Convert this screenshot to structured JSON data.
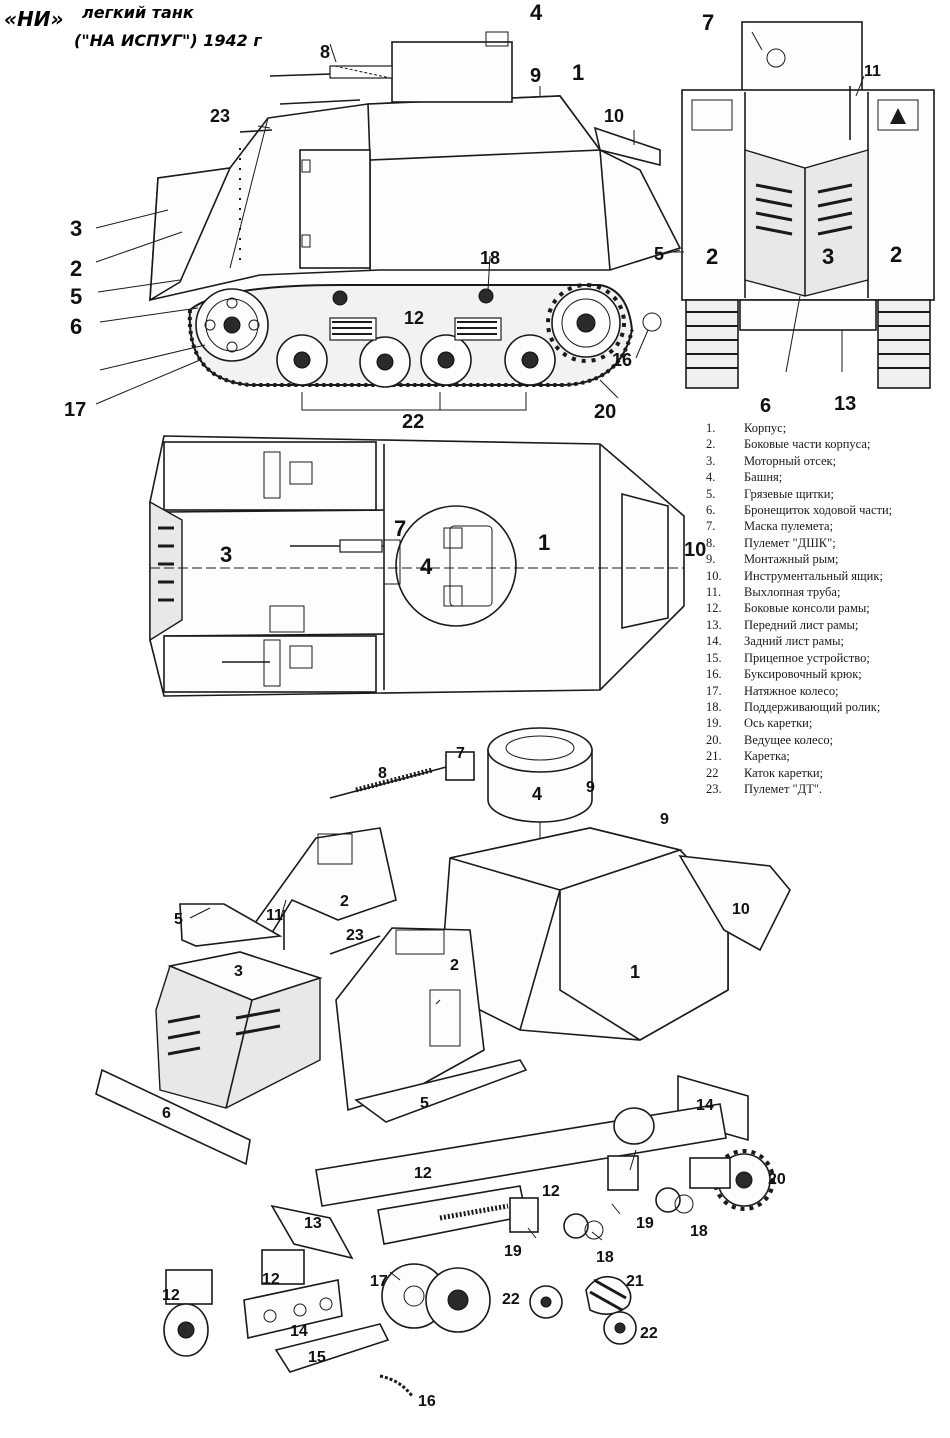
{
  "header": {
    "line1_model": "«НИ»",
    "line1_text": "легкий танк",
    "line2_text": "(\"НА ИСПУГ\") 1942 г"
  },
  "callouts": {
    "side_view": [
      "4",
      "8",
      "9",
      "1",
      "23",
      "10",
      "3",
      "2",
      "18",
      "5",
      "12",
      "6",
      "16",
      "17",
      "22",
      "20"
    ],
    "rear_view": [
      "7",
      "11",
      "2",
      "3",
      "2",
      "5",
      "6",
      "13"
    ],
    "top_view": [
      "3",
      "7",
      "4",
      "1",
      "10"
    ],
    "exploded": [
      "7",
      "8",
      "4",
      "9",
      "9",
      "10",
      "5",
      "11",
      "2",
      "23",
      "2",
      "3",
      "1",
      "5",
      "6",
      "14",
      "12",
      "20",
      "12",
      "13",
      "19",
      "18",
      "19",
      "18",
      "17",
      "21",
      "12",
      "22",
      "22",
      "12",
      "14",
      "15",
      "16"
    ]
  },
  "legend": [
    {
      "n": "1.",
      "text": "Корпус;"
    },
    {
      "n": "2.",
      "text": "Боковые части корпуса;"
    },
    {
      "n": "3.",
      "text": "Моторный отсек;"
    },
    {
      "n": "4.",
      "text": "Башня;"
    },
    {
      "n": "5.",
      "text": "Грязевые щитки;"
    },
    {
      "n": "6.",
      "text": "Бронещиток ходовой части;"
    },
    {
      "n": "7.",
      "text": "Маска пулемета;"
    },
    {
      "n": "8.",
      "text": "Пулемет \"ДШК\";"
    },
    {
      "n": "9.",
      "text": "Монтажный рым;"
    },
    {
      "n": "10.",
      "text": "Инструментальный ящик;"
    },
    {
      "n": "11.",
      "text": "Выхлопная труба;"
    },
    {
      "n": "12.",
      "text": "Боковые консоли рамы;"
    },
    {
      "n": "13.",
      "text": "Передний лист рамы;"
    },
    {
      "n": "14.",
      "text": "Задний лист рамы;"
    },
    {
      "n": "15.",
      "text": "Прицепное устройство;"
    },
    {
      "n": "16.",
      "text": "Буксировочный крюк;"
    },
    {
      "n": "17.",
      "text": "Натяжное колесо;"
    },
    {
      "n": "18.",
      "text": "Поддерживающий ролик;"
    },
    {
      "n": "19.",
      "text": "Ось каретки;"
    },
    {
      "n": "20.",
      "text": "Ведущее колесо;"
    },
    {
      "n": "21.",
      "text": "Каретка;"
    },
    {
      "n": "22",
      "text": "Каток каретки;"
    },
    {
      "n": "23.",
      "text": "Пулемет \"ДТ\"."
    }
  ]
}
